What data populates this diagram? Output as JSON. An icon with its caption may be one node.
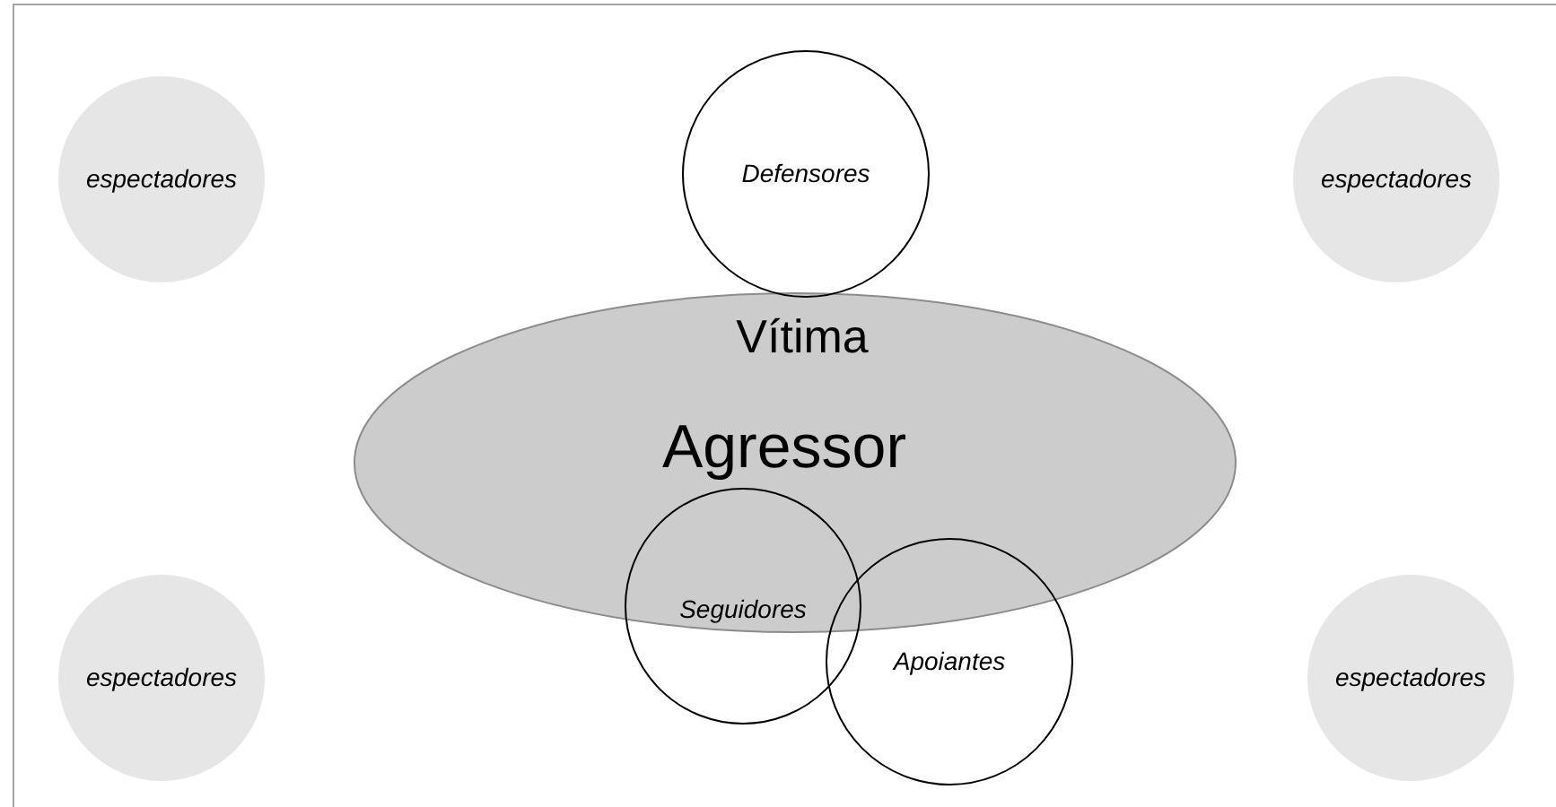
{
  "diagram": {
    "nodes": [
      {
        "text": [
          "espectadores"
        ]
      },
      {
        "text": [
          "Defensores"
        ]
      },
      {
        "text": [
          "espectadores"
        ]
      },
      {
        "text": [
          "Vítima",
          "Agressor"
        ]
      },
      {
        "text": [
          "espectadores"
        ]
      },
      {
        "text": [
          "Seguidores"
        ]
      },
      {
        "text": [
          "Apoiantes"
        ]
      },
      {
        "text": [
          "espectadores"
        ]
      }
    ]
  }
}
